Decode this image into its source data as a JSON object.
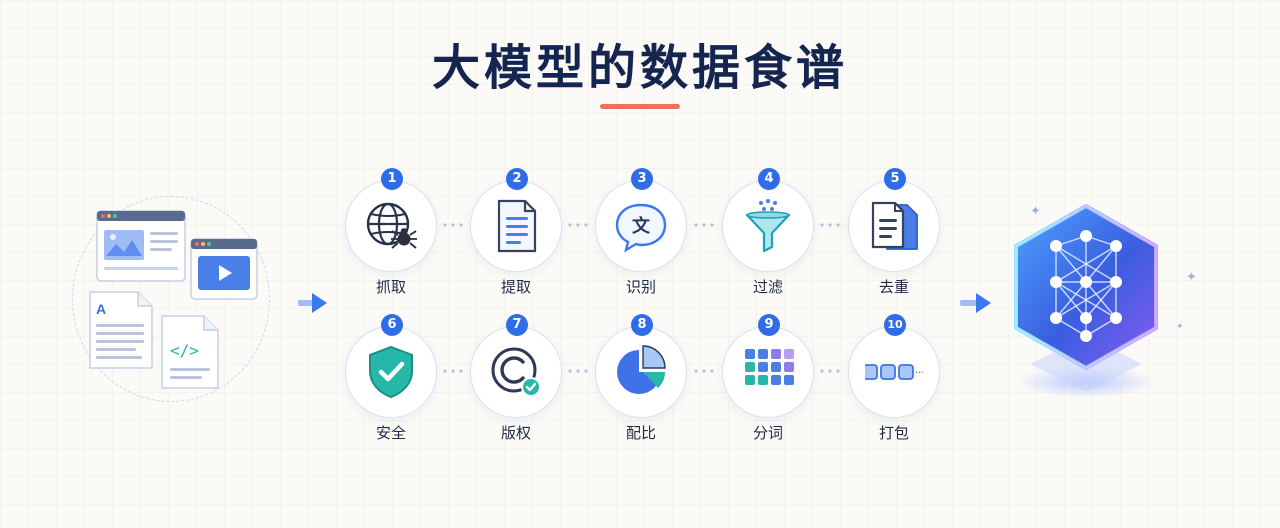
{
  "title": "大模型的数据食谱",
  "colors": {
    "title": "#14264f",
    "accent_underline": "#f07158",
    "step_badge": "#2f6de8",
    "ring_border": "#d7e0f2"
  },
  "steps_row1": [
    {
      "num": "1",
      "label": "抓取",
      "icon": "globe-spider-icon"
    },
    {
      "num": "2",
      "label": "提取",
      "icon": "document-icon"
    },
    {
      "num": "3",
      "label": "识别",
      "icon": "language-bubble-icon"
    },
    {
      "num": "4",
      "label": "过滤",
      "icon": "funnel-icon"
    },
    {
      "num": "5",
      "label": "去重",
      "icon": "duplicate-documents-icon"
    }
  ],
  "steps_row2": [
    {
      "num": "6",
      "label": "安全",
      "icon": "shield-check-icon"
    },
    {
      "num": "7",
      "label": "版权",
      "icon": "copyright-icon"
    },
    {
      "num": "8",
      "label": "配比",
      "icon": "pie-chart-icon"
    },
    {
      "num": "9",
      "label": "分词",
      "icon": "token-grid-icon"
    },
    {
      "num": "10",
      "label": "打包",
      "icon": "token-sequence-icon"
    }
  ],
  "source_icons": [
    "webpage-image-icon",
    "video-window-icon",
    "text-document-icon",
    "code-file-icon"
  ],
  "result_icon": "neural-cube-icon",
  "bubble_glyph": "文",
  "text_doc_glyph": "A",
  "code_glyph": "</>",
  "ellipsis": "···"
}
